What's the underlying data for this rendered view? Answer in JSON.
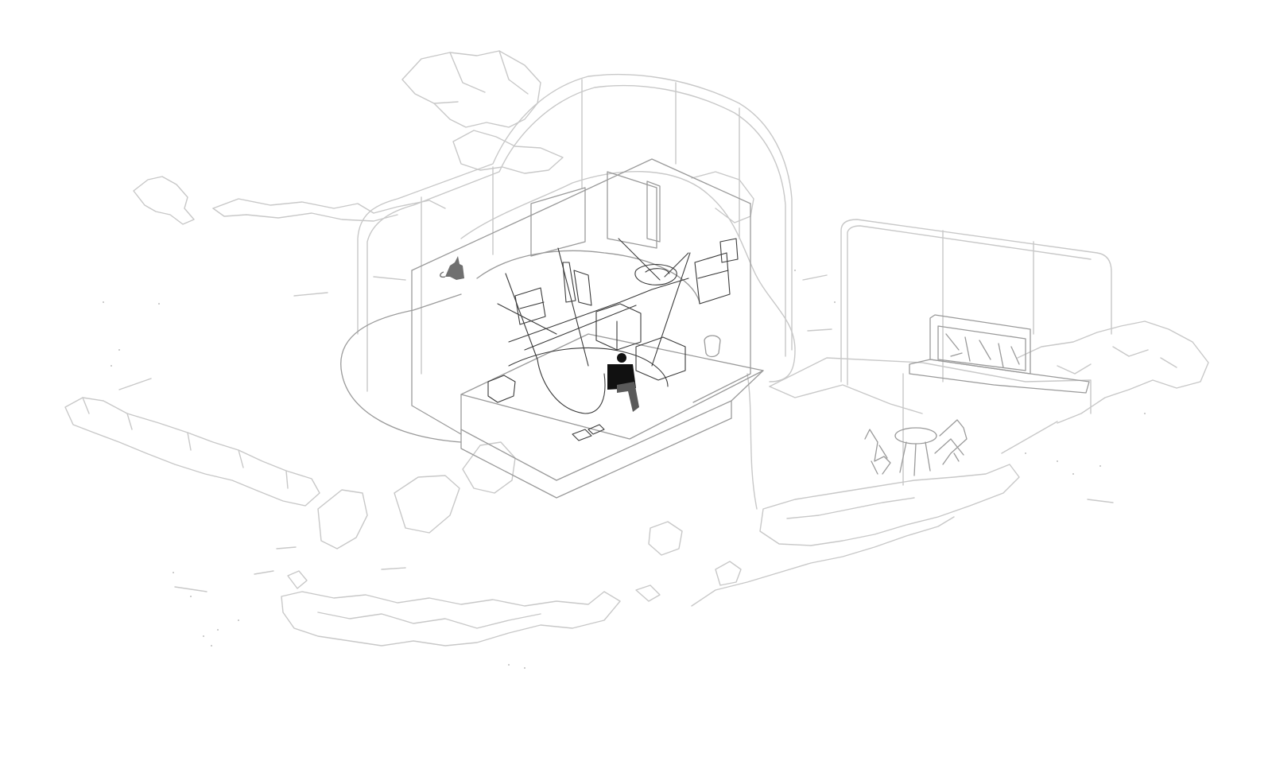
{
  "figure": {
    "kind": "axonometric architectural line drawing",
    "colors": {
      "background": "#ffffff",
      "landscape_line": "#c8c8c8",
      "interior_line": "#3a3a3a",
      "figure_fill": "#111111",
      "cat_fill": "#707070"
    },
    "elements": [
      "rock-island-cluster",
      "transparent-dome-enclosure",
      "platform-room",
      "seated-person",
      "cat",
      "hammock-rigging",
      "terrace-platform",
      "daybed",
      "bistro-table",
      "folding-chairs"
    ]
  }
}
